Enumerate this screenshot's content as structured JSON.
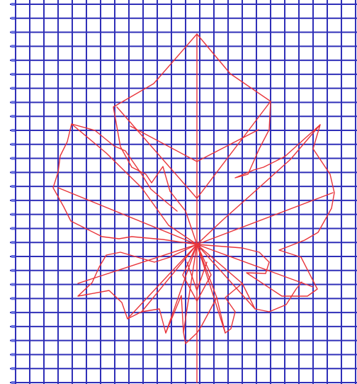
{
  "watermark": {
    "line1": "",
    "line2": "",
    "line3": ""
  },
  "grid": {
    "columns": 24,
    "rows": 27,
    "line_color": "#2f2fb8",
    "paper_color": "#ffffff",
    "left_axis_color": "#6a72e0"
  },
  "figure": {
    "subject": "grape-leaf-outline",
    "stroke_color": "#e8343a"
  }
}
